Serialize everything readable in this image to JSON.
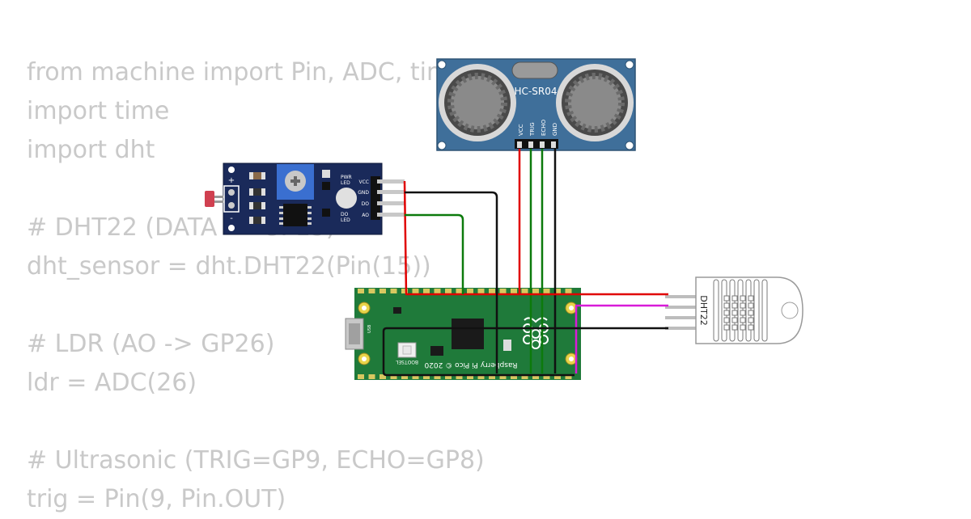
{
  "code_lines": [
    "from machine import Pin, ADC, time",
    "import time",
    "import dht",
    "",
    "# DHT22 (DATA -> GP15)",
    "dht_sensor = dht.DHT22(Pin(15))",
    "",
    "# LDR (AO -> GP26)",
    "ldr = ADC(26)",
    "",
    "# Ultrasonic (TRIG=GP9, ECHO=GP8)",
    "trig = Pin(9, Pin.OUT)"
  ],
  "ultrasonic": {
    "label": "HC-SR04",
    "pins": [
      "VCC",
      "TRIG",
      "ECHO",
      "GND"
    ]
  },
  "ldr_module": {
    "plus": "+",
    "minus": "-",
    "pwr_led": [
      "PWR",
      "LED"
    ],
    "do_led": [
      "DO",
      "LED"
    ],
    "pins": [
      "VCC",
      "GND",
      "DO",
      "AO"
    ]
  },
  "pico": {
    "silkscreen": "Raspberry Pi Pico © 2020",
    "bootsel": "BOOTSEL",
    "usb": "USB"
  },
  "dht22": {
    "label": "DHT22"
  },
  "colors": {
    "wire_red": "#e00000",
    "wire_black": "#111111",
    "wire_green": "#0c7a0c",
    "wire_magenta": "#d81bd8",
    "pico_green": "#1f7a3a",
    "ultrasonic_blue": "#3f6f9a",
    "ldr_board": "#1a2a5a"
  }
}
